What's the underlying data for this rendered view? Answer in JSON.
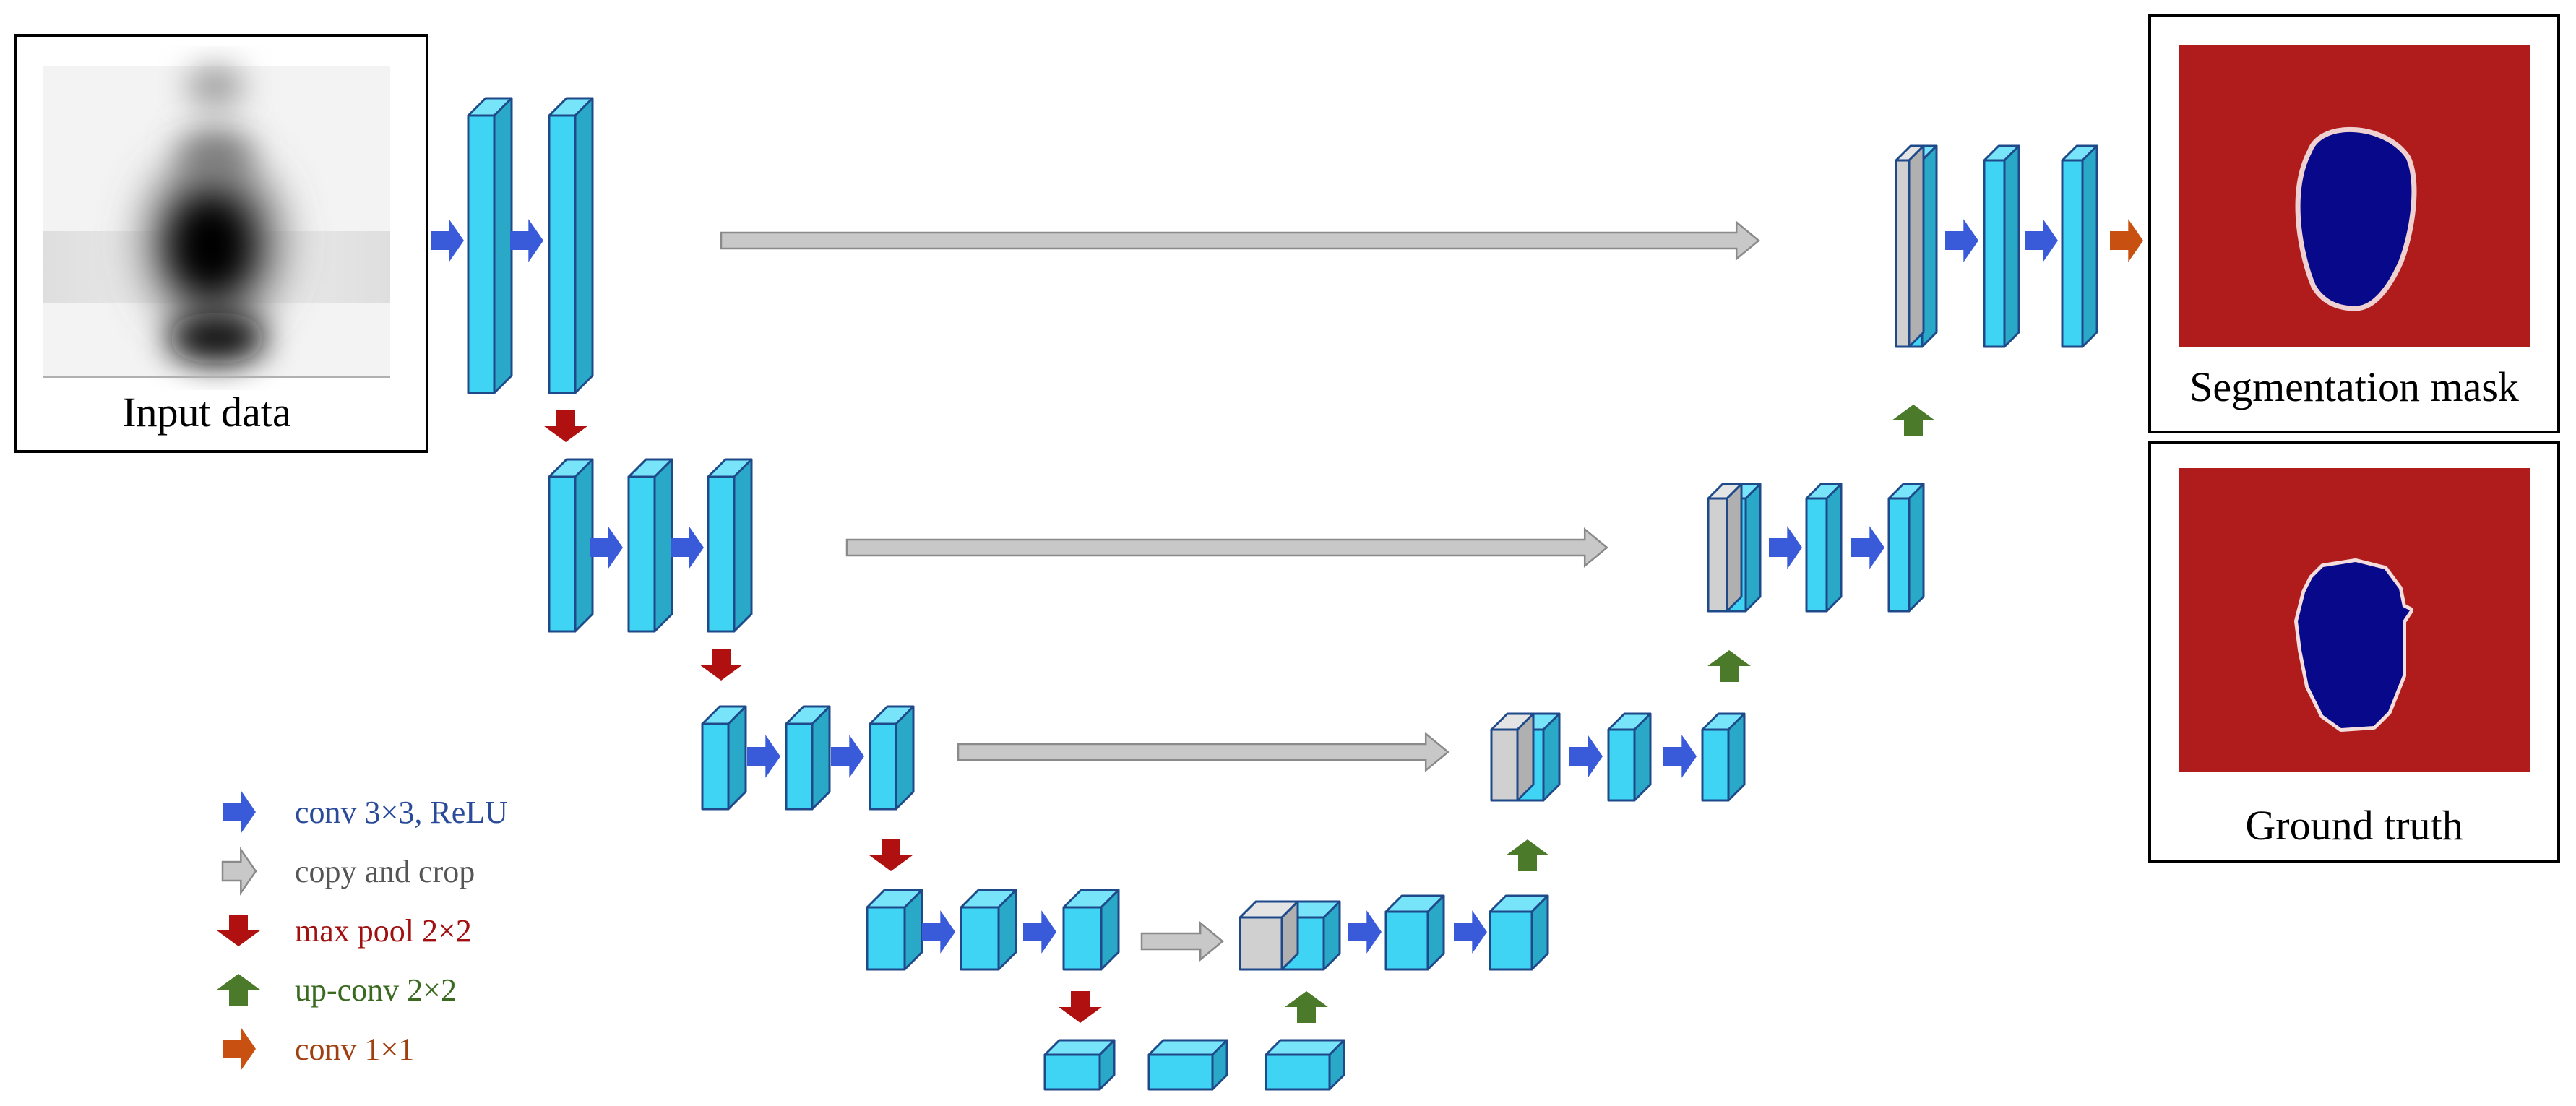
{
  "panels": {
    "input_caption": "Input data",
    "mask_caption": "Segmentation mask",
    "truth_caption": "Ground truth"
  },
  "legend": [
    {
      "label": "conv 3×3, ReLU",
      "color": "#3a5bd9",
      "text_color": "#2a4a9a",
      "direction": "right"
    },
    {
      "label": "copy and crop",
      "color": "#c8c8c8",
      "text_color": "#555555",
      "direction": "right"
    },
    {
      "label": "max pool 2×2",
      "color": "#b01010",
      "text_color": "#a01010",
      "direction": "down"
    },
    {
      "label": "up-conv 2×2",
      "color": "#4a7a2a",
      "text_color": "#3a6a20",
      "direction": "up"
    },
    {
      "label": "conv 1×1",
      "color": "#c85010",
      "text_color": "#a04010",
      "direction": "right"
    }
  ],
  "colors": {
    "block_front": "#3fd4f4",
    "block_side": "#2aa8c8",
    "block_top": "#78e4fa",
    "block_stroke": "#1f4a8a",
    "copied_front": "#d0d0d0",
    "copied_side": "#b0b0b0",
    "mask_background": "#b01c1c",
    "mask_object": "#08088a"
  }
}
